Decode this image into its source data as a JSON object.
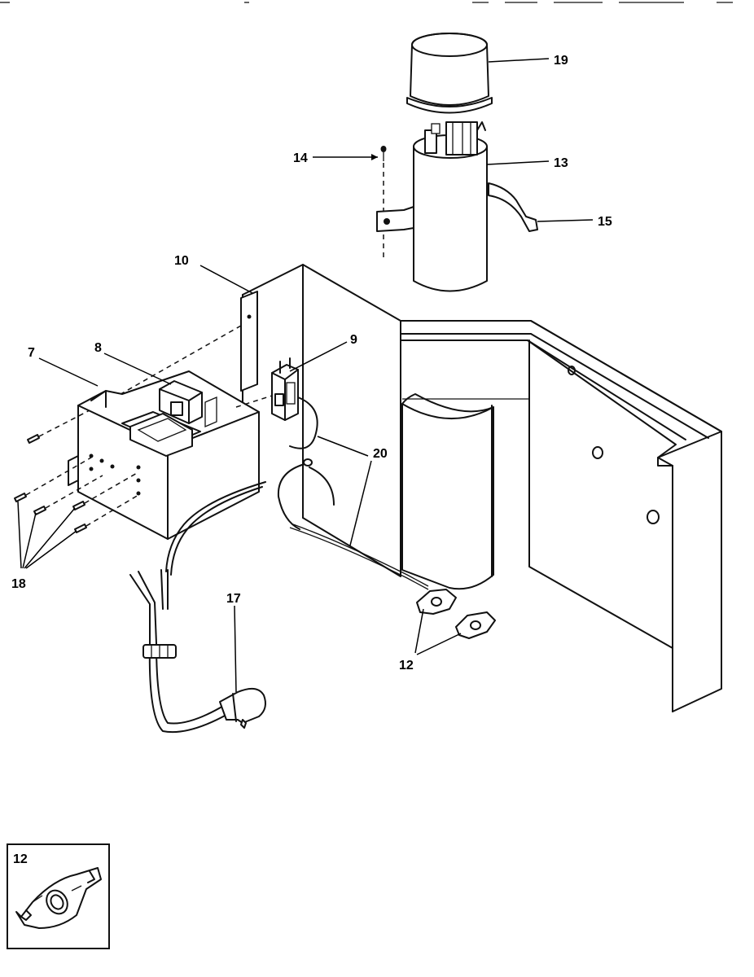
{
  "header": {
    "fragment_left": "",
    "fragment_right": ""
  },
  "callouts": {
    "c7": "7",
    "c8": "8",
    "c9": "9",
    "c10": "10",
    "c12": "12",
    "c13": "13",
    "c14": "14",
    "c15": "15",
    "c17": "17",
    "c18": "18",
    "c19": "19",
    "c20": "20"
  },
  "inset": {
    "label": "12"
  }
}
